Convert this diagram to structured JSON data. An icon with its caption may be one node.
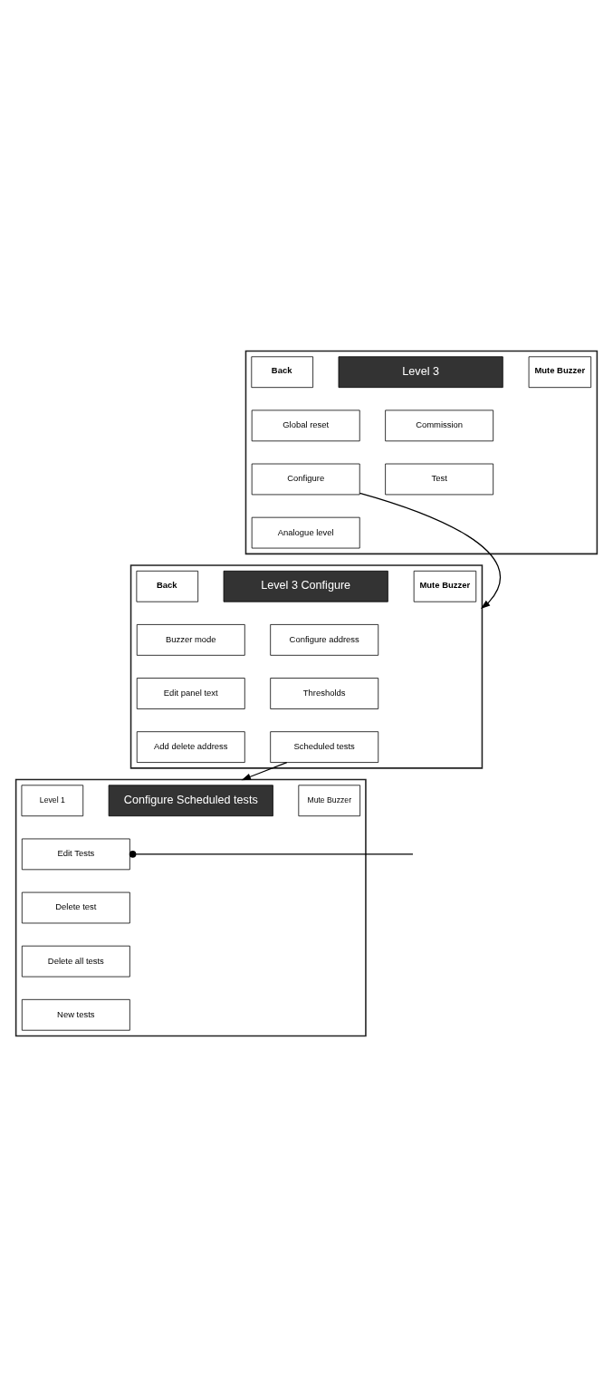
{
  "diagram": {
    "nodes": [
      {
        "text": [],
        "shape": "box"
      },
      {
        "text": [
          "Back"
        ],
        "in": 0
      },
      {
        "text": [
          "Level 3"
        ],
        "in": 0
      },
      {
        "text": [
          "Mute Buzzer"
        ],
        "in": 0
      },
      {
        "text": [
          "Global reset"
        ],
        "in": 0
      },
      {
        "text": [
          "Commission"
        ],
        "in": 0
      },
      {
        "text": [
          "Configure"
        ],
        "in": 0
      },
      {
        "text": [
          "Test"
        ],
        "in": 0
      },
      {
        "text": [
          "Analogue level"
        ],
        "in": 0
      },
      {
        "text": [],
        "shape": "box"
      },
      {
        "text": [
          "Back"
        ],
        "in": 9
      },
      {
        "text": [
          "Level 3 Configure"
        ],
        "in": 9
      },
      {
        "text": [
          "Mute Buzzer"
        ],
        "in": 9
      },
      {
        "text": [
          "Buzzer mode"
        ],
        "in": 9
      },
      {
        "text": [
          "Configure address"
        ],
        "in": 9
      },
      {
        "text": [
          "Edit panel text"
        ],
        "in": 9
      },
      {
        "text": [
          "Thresholds"
        ],
        "in": 9
      },
      {
        "text": [
          "Add delete address"
        ],
        "in": 9
      },
      {
        "text": [
          "Scheduled tests"
        ],
        "in": 9
      },
      {
        "text": [],
        "shape": "box"
      },
      {
        "text": [
          "Level 1"
        ],
        "in": 19
      },
      {
        "text": [
          "Configure Scheduled tests"
        ],
        "in": 19
      },
      {
        "text": [
          "Mute Buzzer"
        ],
        "in": 19
      },
      {
        "text": [
          "Edit Tests"
        ],
        "in": 19
      },
      {
        "text": [
          "Delete test"
        ],
        "in": 19
      },
      {
        "text": [
          "Delete all tests"
        ],
        "in": 19
      },
      {
        "text": [
          "New tests"
        ],
        "in": 19
      }
    ],
    "edges": [
      {
        "from": 6,
        "to": 9,
        "arrow": "to"
      },
      {
        "from": 18,
        "to": 19,
        "arrow": "to"
      },
      {
        "from": 23,
        "to": null,
        "arrow": "other"
      }
    ]
  }
}
